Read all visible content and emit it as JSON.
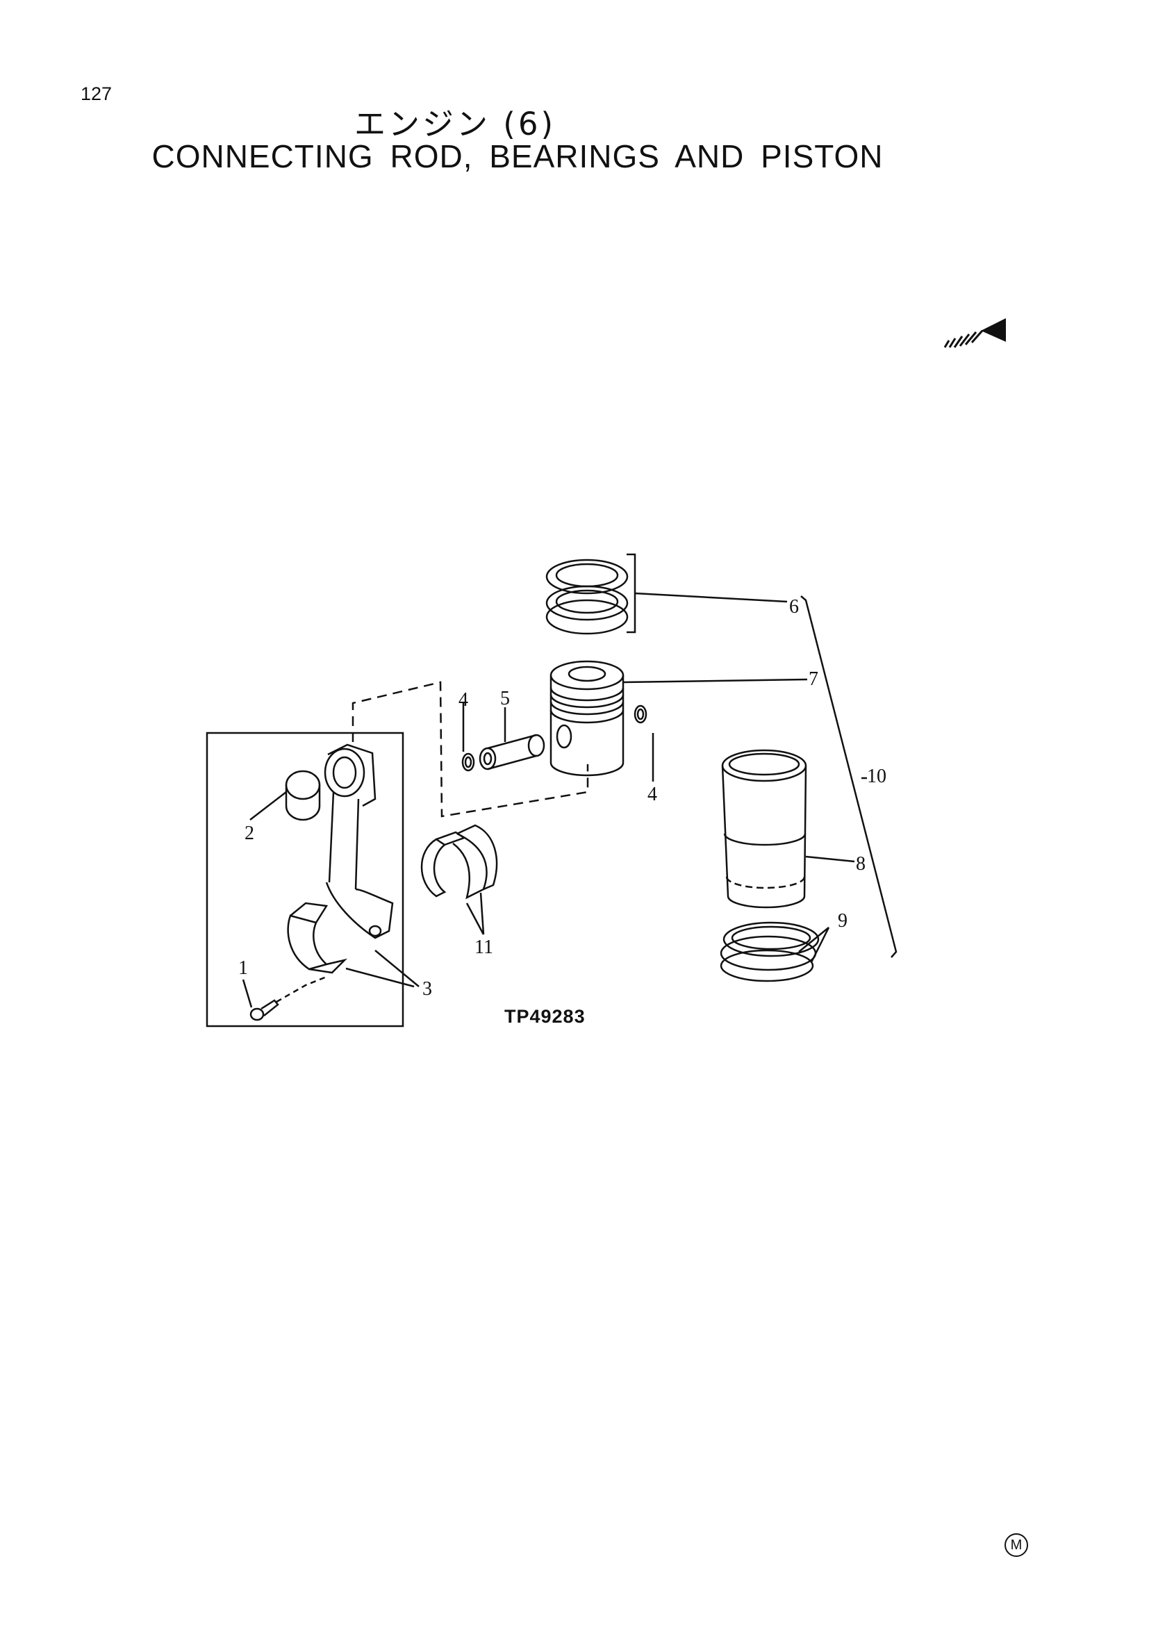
{
  "page": {
    "number": "127"
  },
  "header": {
    "title_jp": "エンジン (6)",
    "title_en": "CONNECTING ROD, BEARINGS AND PISTON"
  },
  "diagram": {
    "figure_code": "TP49283",
    "callouts": [
      {
        "id": "c1",
        "label": "1"
      },
      {
        "id": "c2",
        "label": "2"
      },
      {
        "id": "c3",
        "label": "3"
      },
      {
        "id": "c4a",
        "label": "4"
      },
      {
        "id": "c4b",
        "label": "4"
      },
      {
        "id": "c5",
        "label": "5"
      },
      {
        "id": "c6",
        "label": "6"
      },
      {
        "id": "c7",
        "label": "7"
      },
      {
        "id": "c8",
        "label": "8"
      },
      {
        "id": "c9",
        "label": "9"
      },
      {
        "id": "c10",
        "label": "10"
      },
      {
        "id": "c11",
        "label": "11"
      }
    ]
  },
  "footer": {
    "mark": "M"
  },
  "icons": {
    "direction": "front-arrow-icon"
  }
}
